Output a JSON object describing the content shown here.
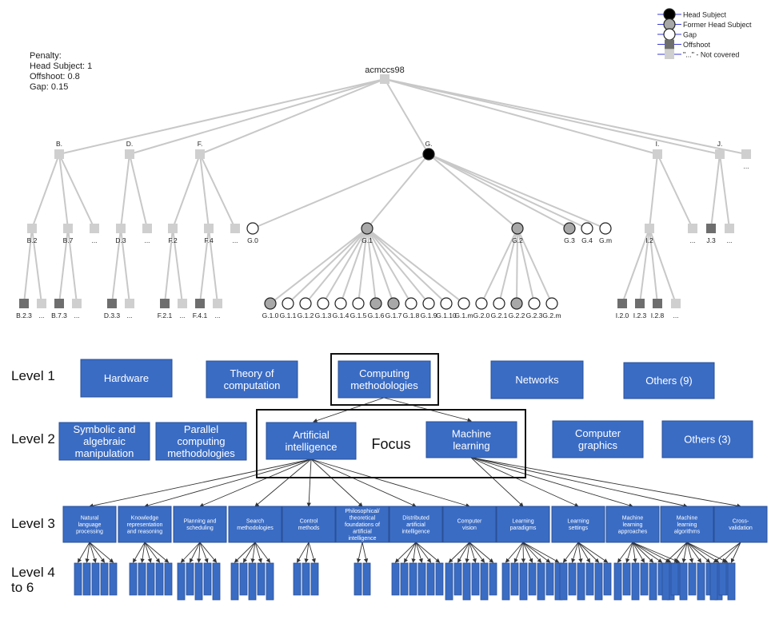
{
  "penalty": {
    "lines": [
      "Penalty:",
      "Head Subject: 1",
      "Offshoot: 0.8",
      "Gap: 0.15"
    ]
  },
  "legend": {
    "head_subject": "Head Subject",
    "former_head_subject": "Former Head Subject",
    "gap": "Gap",
    "offshoot": "Offshoot",
    "not_covered": "\"...\" - Not covered"
  },
  "colors": {
    "head": "#000000",
    "former": "#a8a8a8",
    "gap": "#ffffff",
    "offshoot": "#6e6e6e",
    "not_covered": "#cfcfcf",
    "edge": "#c8c8c8",
    "box_fill": "#3a6cc4",
    "box_stroke": "#2a4f96",
    "legend_line": "#3b3bd6"
  },
  "tree": {
    "root": "acmccs98",
    "level1": [
      "B.",
      "D.",
      "F.",
      "G.",
      "I.",
      "J.",
      "..."
    ],
    "level2": [
      "B.2",
      "B.7",
      "...",
      "D.3",
      "...",
      "F.2",
      "F.4",
      "...",
      "G.0",
      "G.1",
      "G.2",
      "G.3",
      "G.4",
      "G.m",
      "I.2",
      "...",
      "J.3",
      "..."
    ],
    "level3": [
      "B.2.3",
      "...",
      "B.7.3",
      "...",
      "D.3.3",
      "...",
      "F.2.1",
      "...",
      "F.4.1",
      "...",
      "G.1.0",
      "G.1.1",
      "G.1.2",
      "G.1.3",
      "G.1.4",
      "G.1.5",
      "G.1.6",
      "G.1.7",
      "G.1.8",
      "G.1.9",
      "G.1.10",
      "G.1.m",
      "G.2.0",
      "G.2.1",
      "G.2.2",
      "G.2.3",
      "G.2.m",
      "I.2.0",
      "I.2.3",
      "I.2.8",
      "..."
    ]
  },
  "taxonomy": {
    "levels": [
      "Level 1",
      "Level 2",
      "Level 3",
      "Level 4\nto 6"
    ],
    "focus": "Focus",
    "level1": [
      "Hardware",
      "Theory of\ncomputation",
      "Computing\nmethodologies",
      "Networks",
      "Others (9)"
    ],
    "level2": [
      "Symbolic and\nalgebraic\nmanipulation",
      "Parallel\ncomputing\nmethodologies",
      "Artificial\nintelligence",
      "Machine\nlearning",
      "Computer\ngraphics",
      "Others (3)"
    ],
    "level3": [
      "Natural\nlanguage\nprocessing",
      "Knowledge\nrepresentation\nand reasoning",
      "Planning and\nscheduling",
      "Search\nmethodologies",
      "Control\nmethods",
      "Philosophical/\ntheoretical\nfoundations of\nartificial\nintelligence",
      "Distributed\nartificial\nintelligence",
      "Computer\nvision",
      "Learning\nparadigms",
      "Learning\nsettings",
      "Machine\nlearning\napproaches",
      "Machine\nlearning\nalgorithms",
      "Cross-\nvalidation"
    ]
  }
}
